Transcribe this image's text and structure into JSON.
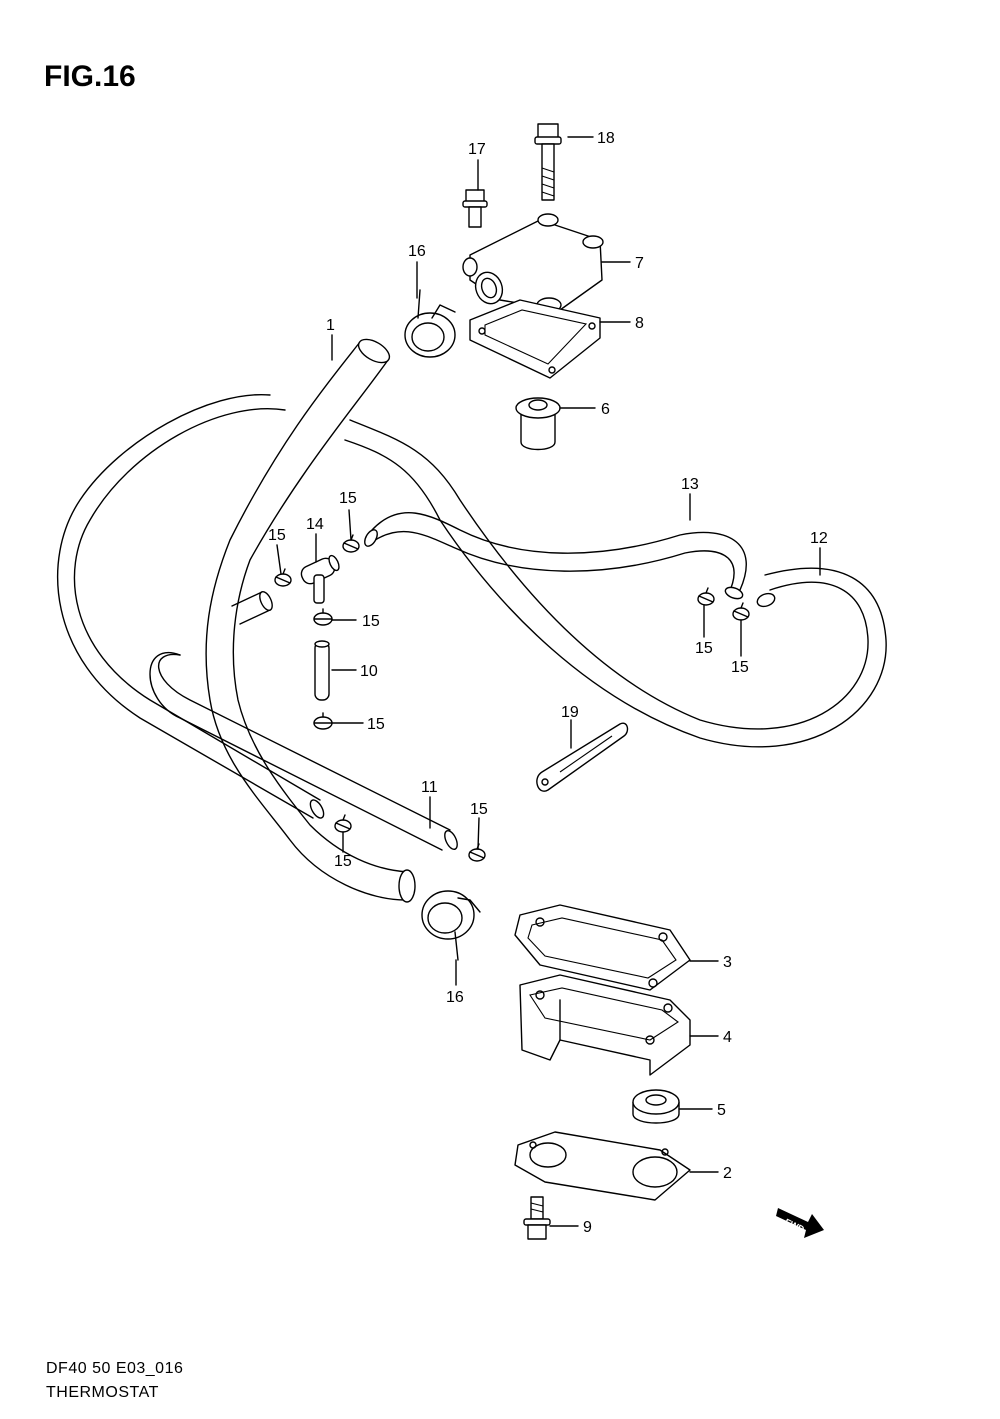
{
  "figure": {
    "title": "FIG.16",
    "code": "DF40 50 E03_016",
    "name": "THERMOSTAT"
  },
  "fwd_label": "FWD",
  "callouts": [
    {
      "key": "c1",
      "label": "1"
    },
    {
      "key": "c2",
      "label": "2"
    },
    {
      "key": "c3",
      "label": "3"
    },
    {
      "key": "c4",
      "label": "4"
    },
    {
      "key": "c5",
      "label": "5"
    },
    {
      "key": "c6",
      "label": "6"
    },
    {
      "key": "c7",
      "label": "7"
    },
    {
      "key": "c8",
      "label": "8"
    },
    {
      "key": "c9",
      "label": "9"
    },
    {
      "key": "c10",
      "label": "10"
    },
    {
      "key": "c11",
      "label": "11"
    },
    {
      "key": "c12",
      "label": "12"
    },
    {
      "key": "c13",
      "label": "13"
    },
    {
      "key": "c14",
      "label": "14"
    },
    {
      "key": "c15a",
      "label": "15"
    },
    {
      "key": "c15b",
      "label": "15"
    },
    {
      "key": "c15c",
      "label": "15"
    },
    {
      "key": "c15d",
      "label": "15"
    },
    {
      "key": "c15e",
      "label": "15"
    },
    {
      "key": "c15f",
      "label": "15"
    },
    {
      "key": "c15g",
      "label": "15"
    },
    {
      "key": "c15h",
      "label": "15"
    },
    {
      "key": "c16a",
      "label": "16"
    },
    {
      "key": "c16b",
      "label": "16"
    },
    {
      "key": "c17",
      "label": "17"
    },
    {
      "key": "c18",
      "label": "18"
    },
    {
      "key": "c19",
      "label": "19"
    }
  ]
}
